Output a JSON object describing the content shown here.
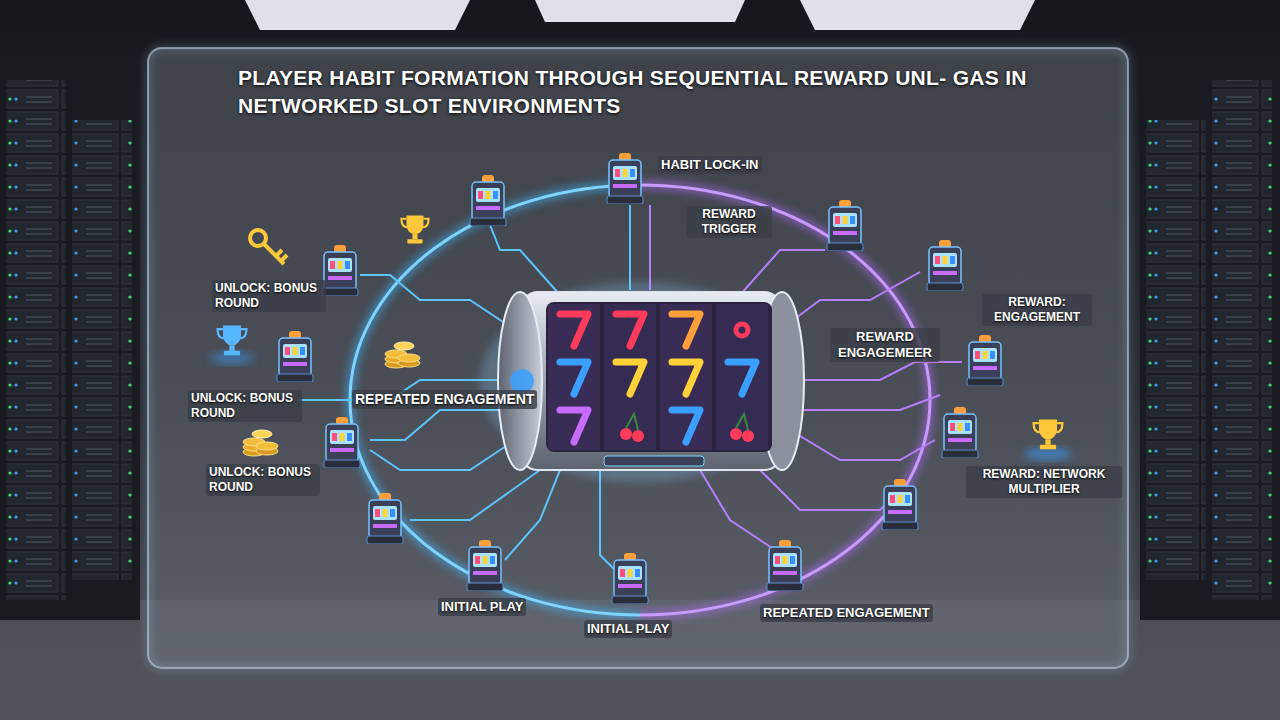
{
  "diagram": {
    "title": "PLAYER HABIT FORMATION THROUGH SEQUENTIAL REWARD UNL- GAS IN NETWORKED SLOT ENVIRONMENTS",
    "labels": [
      "HABIT LOCK-IN",
      "REWARD TRIGGER",
      "UNLOCK: BONUS ROUND",
      "REWARD: ENGAGEMENT",
      "REWARD ENGAGEMEER",
      "UNLOCK: BONUS ROUND",
      "REPEATED ENGAGEMENT",
      "UNLOCK: BONUS ROUND",
      "REWARD: NETWORK MULTIPLIER",
      "INITIAL PLAY",
      "INITIAL PLAY",
      "REPEATED ENGAGEMENT"
    ]
  }
}
